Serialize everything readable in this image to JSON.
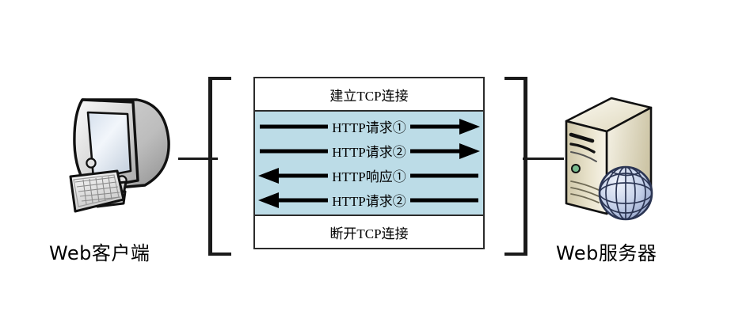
{
  "diagram": {
    "title": "HTTP persistent connection sequence",
    "colors": {
      "exchange_panel_bg": "#bcdce7",
      "outline": "#2b2b2b",
      "wire": "#1a1a1a",
      "arrow": "#000000",
      "server_body": "#e6dfc6",
      "globe": "#b4c2de"
    }
  },
  "client": {
    "label": "Web客户端",
    "icon": "desktop-computer-icon"
  },
  "server": {
    "label": "Web服务器",
    "icon": "server-tower-icon",
    "badge_icon": "globe-icon"
  },
  "session": {
    "open_phase": "建立TCP连接",
    "close_phase": "断开TCP连接",
    "messages": [
      {
        "text": "HTTP请求①",
        "direction": "right"
      },
      {
        "text": "HTTP请求②",
        "direction": "right"
      },
      {
        "text": "HTTP响应①",
        "direction": "left"
      },
      {
        "text": "HTTP请求②",
        "direction": "left"
      }
    ]
  },
  "brackets": {
    "left": "[",
    "right": "]"
  }
}
